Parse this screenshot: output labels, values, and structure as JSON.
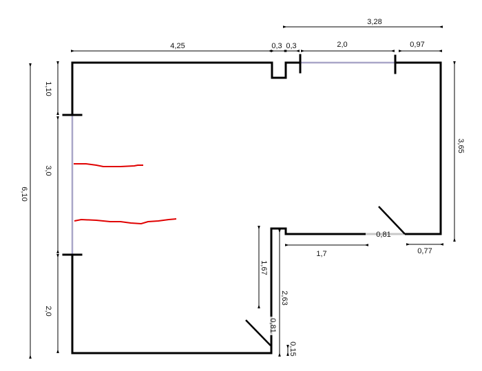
{
  "dimensions": {
    "top_left_wall": "4,25",
    "notch_width": "0,3",
    "notch_offset": "0,3",
    "top_window": "2,0",
    "top_right_segment": "0,97",
    "top_right_total": "3,28",
    "left_total": "6,10",
    "left_upper": "1,10",
    "left_window": "3,0",
    "left_lower": "2,0",
    "right_wall": "3,65",
    "inner_wall": "1,7",
    "inner_door": "0,81",
    "inner_right": "0,77",
    "inner_vertical_upper": "1,67",
    "inner_vertical_total": "2,63",
    "lower_door": "0,81",
    "lower_stub": "0,15"
  },
  "colors": {
    "wall": "#000000",
    "window": "#a9a6c8",
    "door": "#c8c8c8",
    "marking": "#e00000"
  }
}
